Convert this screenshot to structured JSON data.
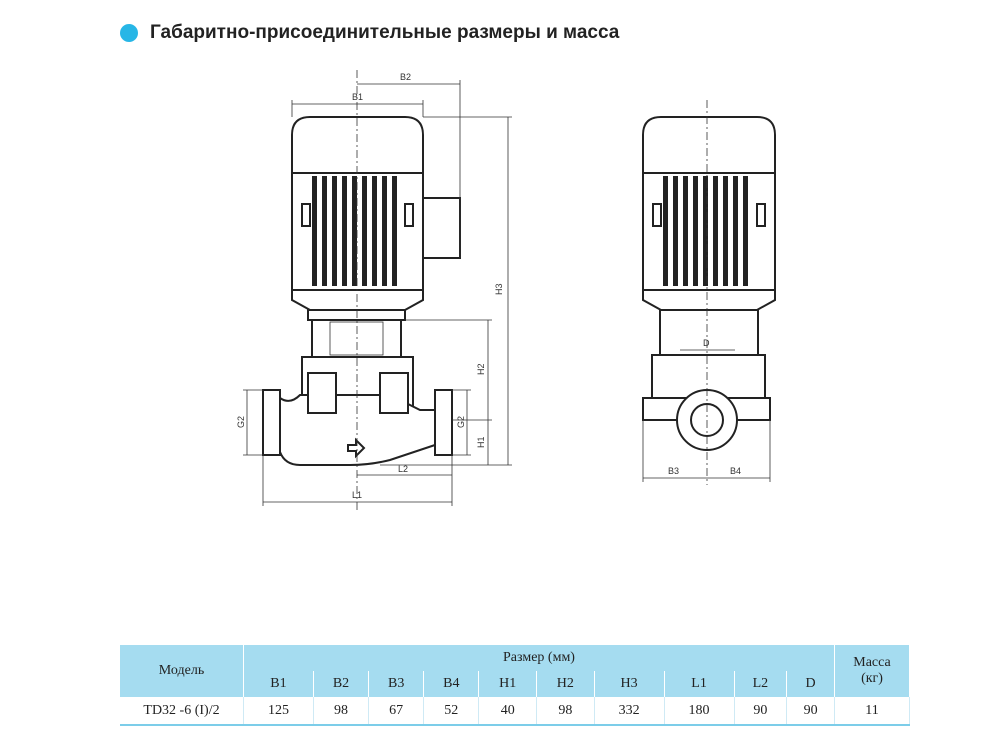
{
  "title": "Габаритно-присоединительные размеры и масса",
  "bullet_color": "#27b6e6",
  "drawing_labels": {
    "B1": "B1",
    "B2": "B2",
    "H1": "H1",
    "H2": "H2",
    "H3": "H3",
    "G2": "G2",
    "L1": "L1",
    "L2": "L2",
    "D": "D",
    "B3": "B3",
    "B4": "B4"
  },
  "table": {
    "model_header": "Модель",
    "size_header": "Размер (мм)",
    "mass_header": "Масса (кг)",
    "columns": [
      "B1",
      "B2",
      "B3",
      "B4",
      "H1",
      "H2",
      "H3",
      "L1",
      "L2",
      "D"
    ],
    "rows": [
      {
        "model": "TD32 -6 (I)/2",
        "values": [
          "125",
          "98",
          "67",
          "52",
          "40",
          "98",
          "332",
          "180",
          "90",
          "90"
        ],
        "mass": "11"
      }
    ]
  }
}
